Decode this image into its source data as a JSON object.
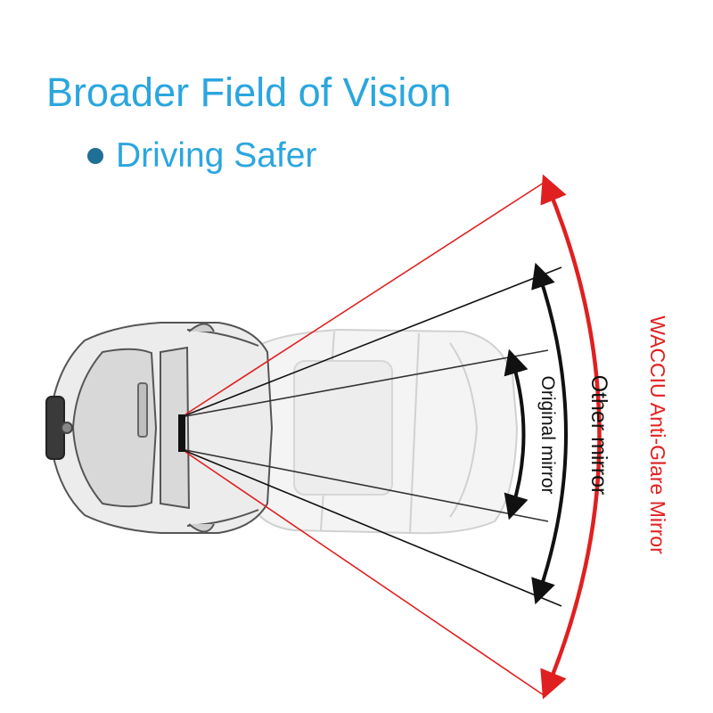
{
  "header": {
    "title": "Broader Field of Vision",
    "bullet_text": "Driving Safer"
  },
  "labels": {
    "original_mirror": "Original mirror",
    "other_mirror": "Other mirror",
    "product_mirror": "WACCIU Anti-Glare Mirror"
  },
  "colors": {
    "title": "#2ba6de",
    "bullet": "#1f6f96",
    "product_red": "#e02020",
    "black_lines": "#111111",
    "car_outline": "#555555"
  }
}
